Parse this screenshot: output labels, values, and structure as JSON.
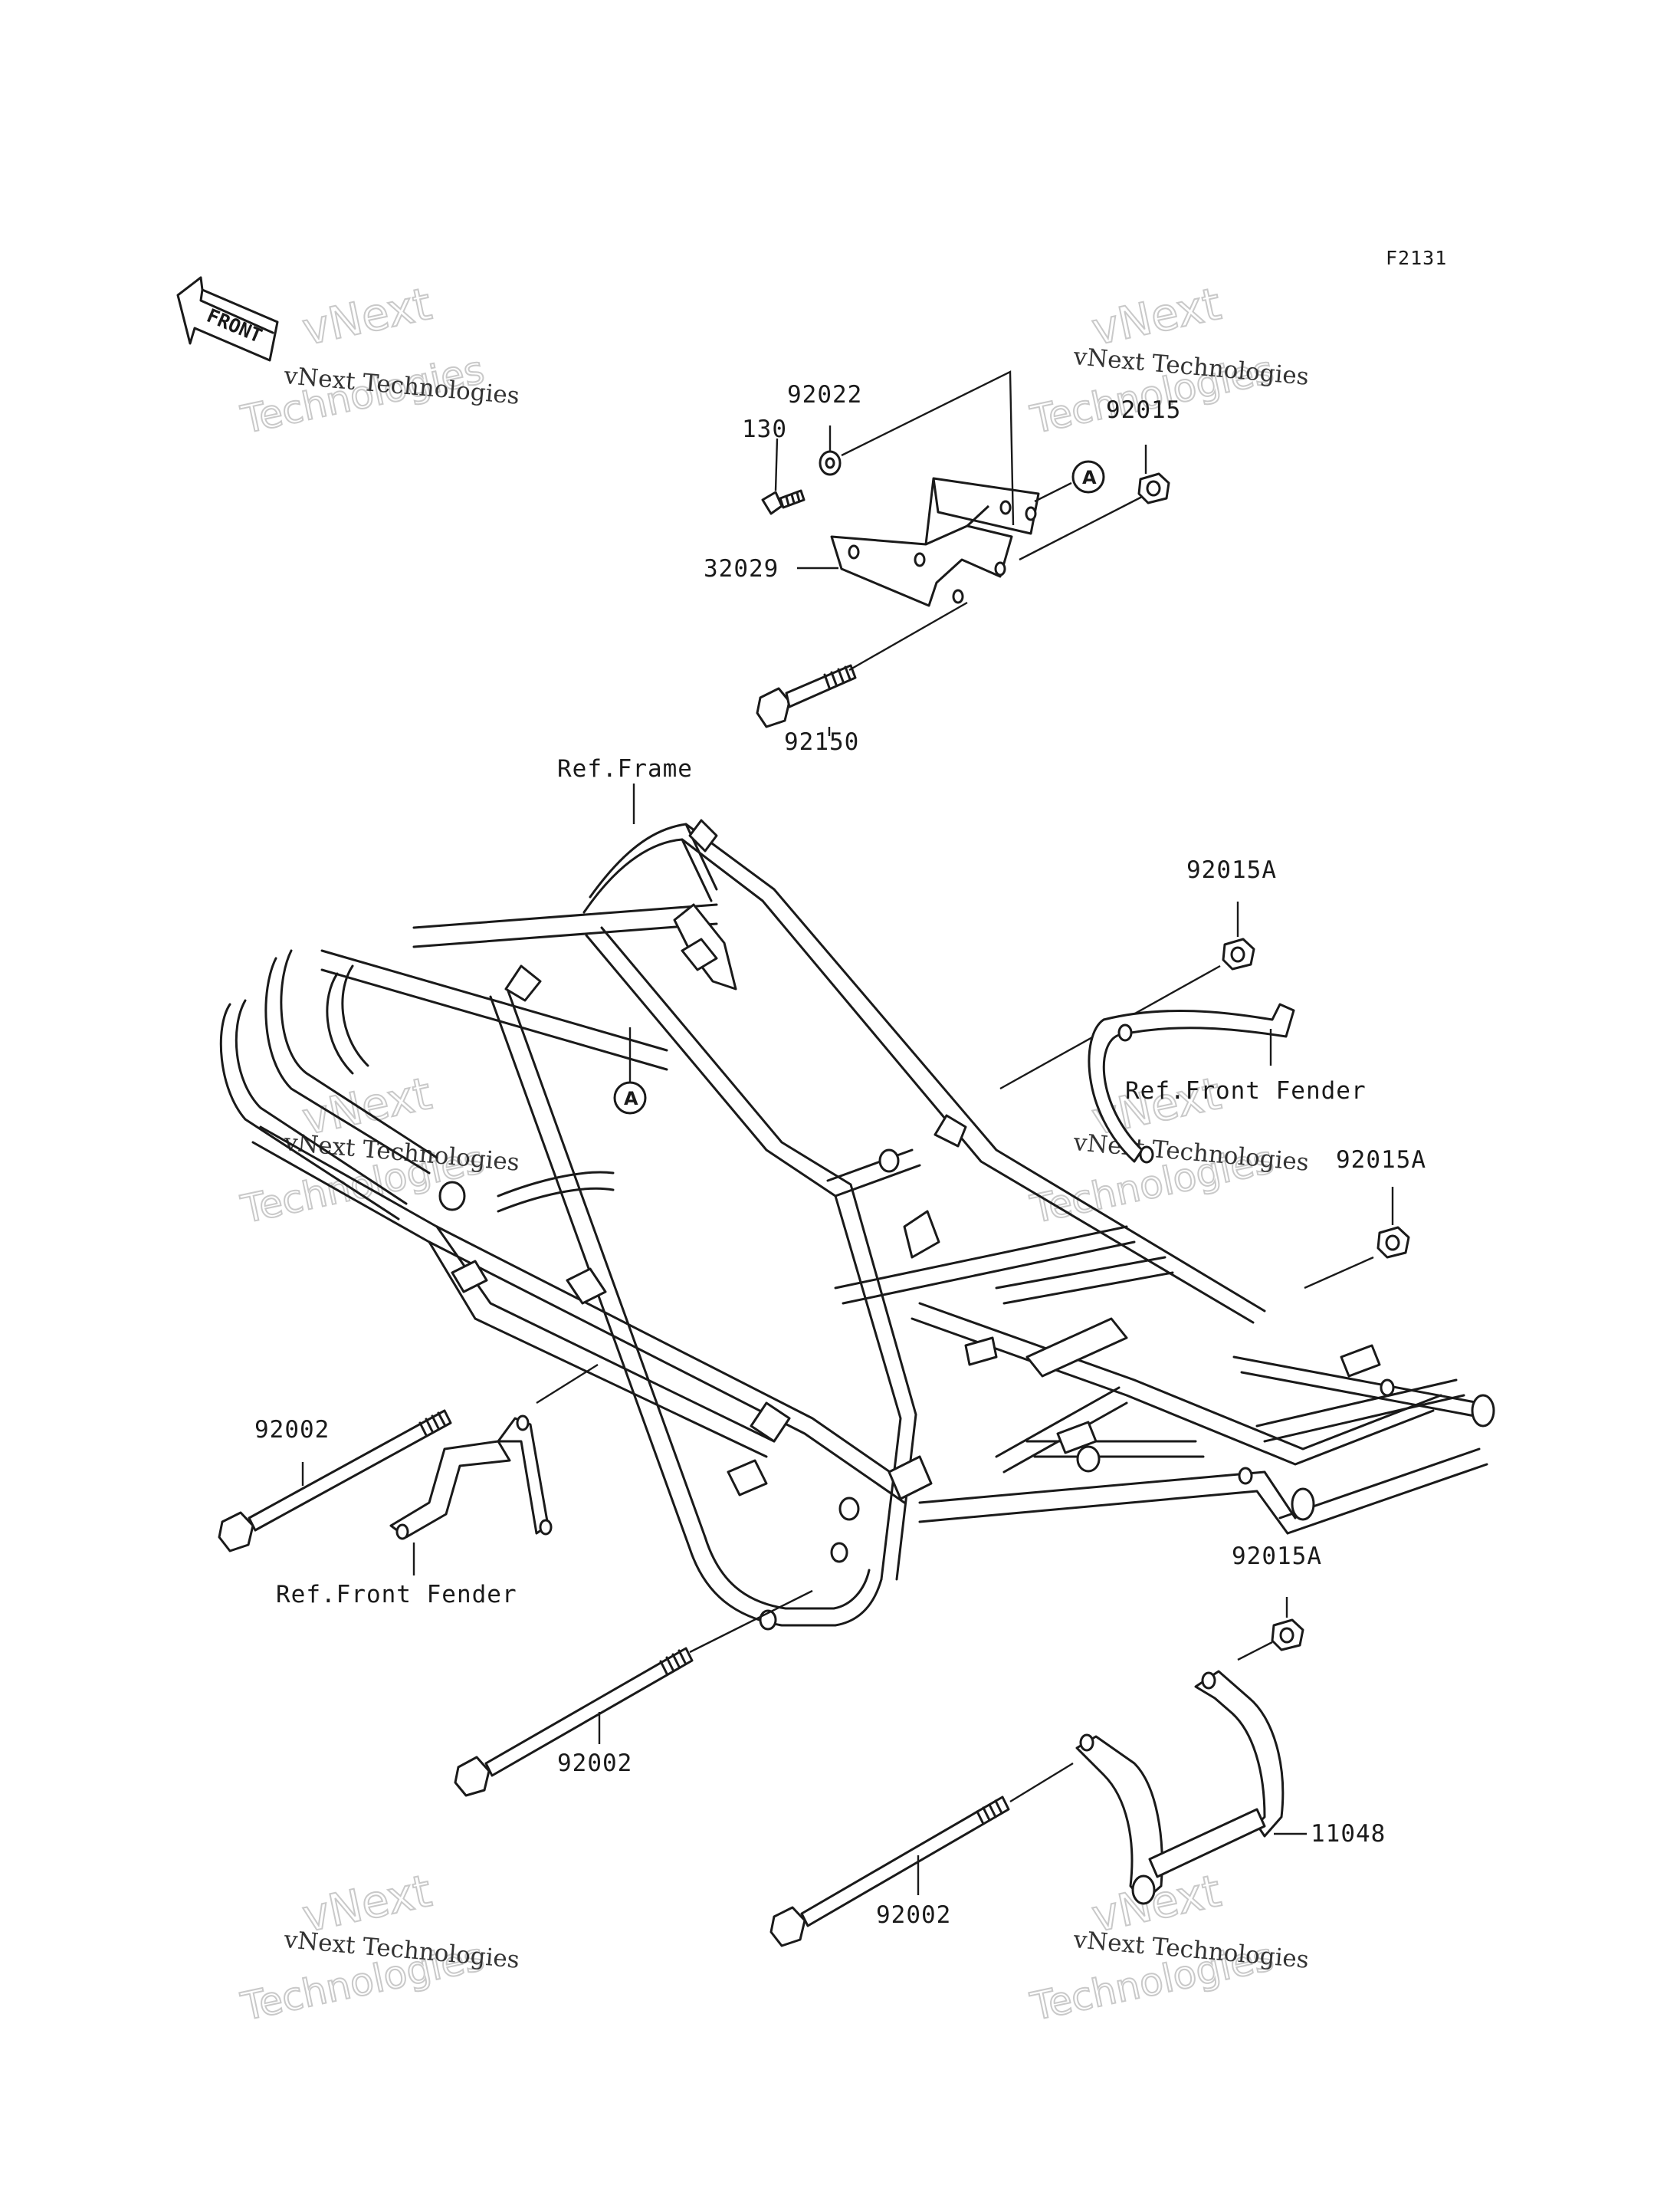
{
  "figure_code": "F2131",
  "front_marker": "FRONT",
  "callout_letter": "A",
  "watermark": {
    "line": "vNext Technologies",
    "ghost_top": "vNext",
    "ghost_bottom": "Technologies"
  },
  "part_labels": {
    "p92022": "92022",
    "p130": "130",
    "p92015": "92015",
    "p32029": "32029",
    "p92150": "92150",
    "ref_frame": "Ref.Frame",
    "p92015A_1": "92015A",
    "ref_front_fender_1": "Ref.Front Fender",
    "p92015A_2": "92015A",
    "p92002_1": "92002",
    "ref_front_fender_2": "Ref.Front Fender",
    "p92015A_3": "92015A",
    "p92002_2": "92002",
    "p11048": "11048",
    "p92002_3": "92002"
  }
}
